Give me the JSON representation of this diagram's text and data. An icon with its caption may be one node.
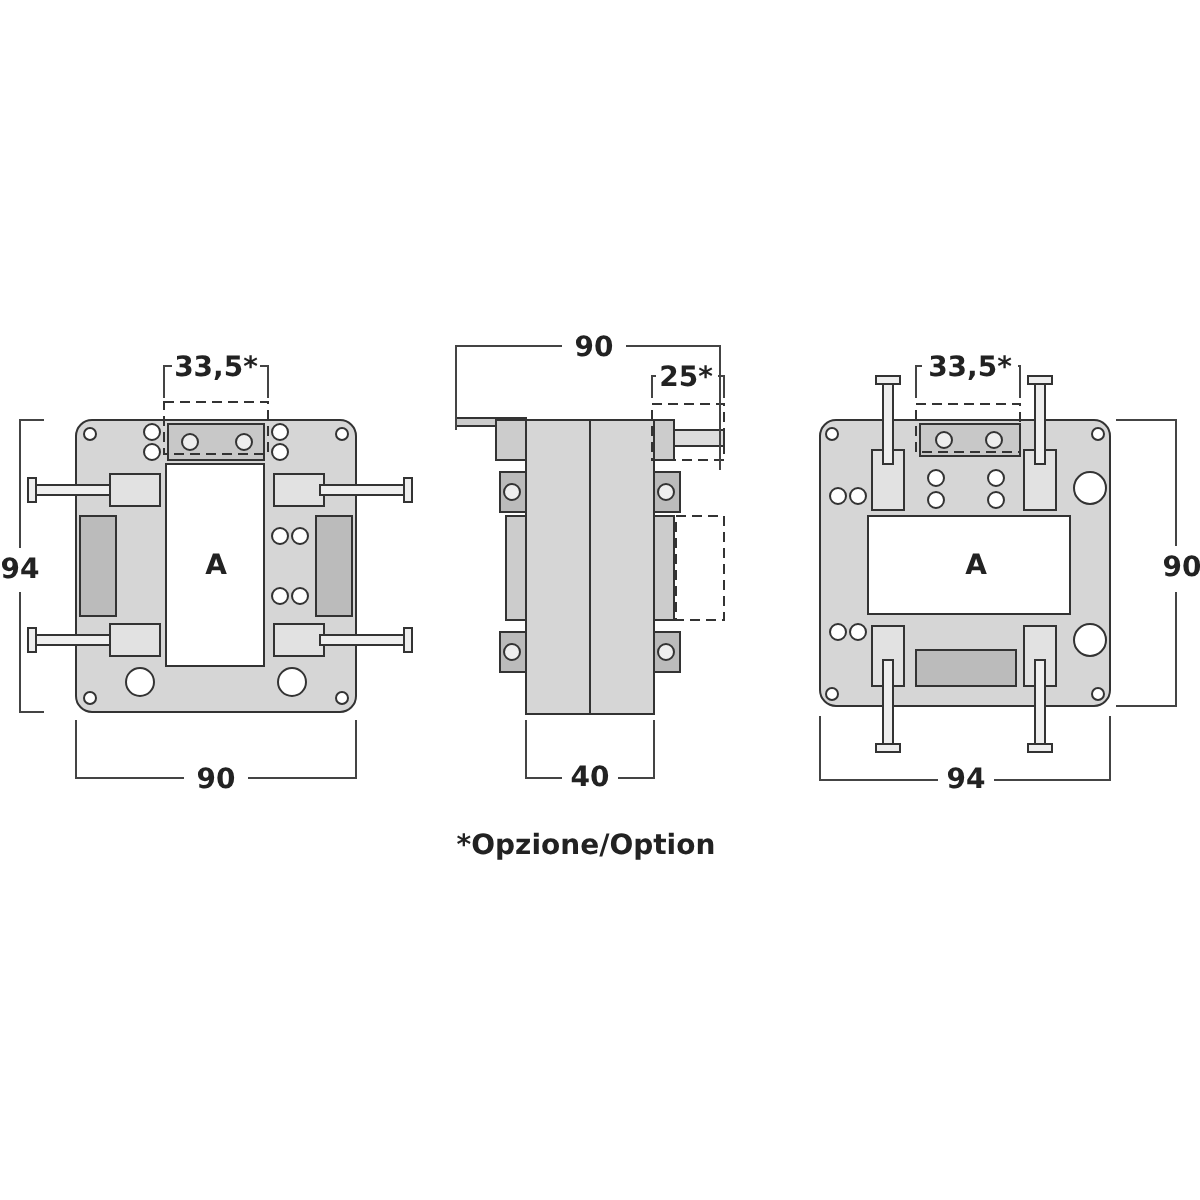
{
  "diagram": {
    "labels": [
      "90",
      "33,5*",
      "25*",
      "33,5*",
      "94",
      "A",
      "A",
      "90",
      "90",
      "40",
      "94",
      "*Opzione/Option"
    ]
  }
}
